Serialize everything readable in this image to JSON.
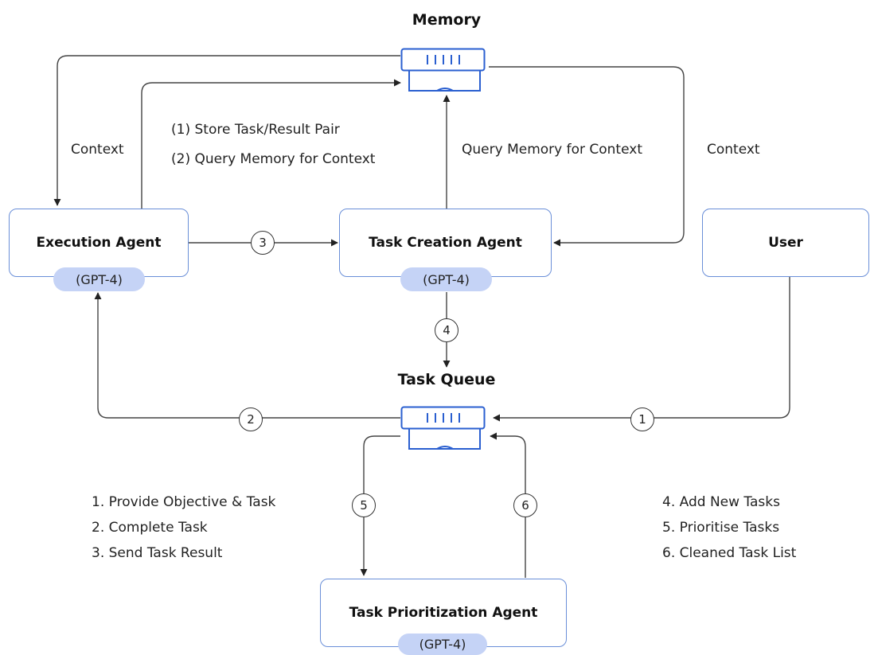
{
  "memory": {
    "title": "Memory",
    "icon": "memory-store-icon"
  },
  "task_queue": {
    "title": "Task Queue",
    "icon": "queue-store-icon"
  },
  "agents": {
    "execution": {
      "label": "Execution Agent",
      "model": "(GPT-4)"
    },
    "task_creation": {
      "label": "Task Creation Agent",
      "model": "(GPT-4)"
    },
    "task_prioritization": {
      "label": "Task Prioritization Agent",
      "model": "(GPT-4)"
    },
    "user": {
      "label": "User"
    }
  },
  "edge_labels": {
    "context_left": "Context",
    "context_right": "Context",
    "store_pair": "(1) Store Task/Result Pair",
    "query_memory": "(2) Query Memory for Context",
    "query_memory_creation": "Query Memory for Context"
  },
  "steps": {
    "s1": "1",
    "s2": "2",
    "s3": "3",
    "s4": "4",
    "s5": "5",
    "s6": "6"
  },
  "legend_left": [
    "1. Provide Objective & Task",
    "2. Complete Task",
    "3. Send Task Result"
  ],
  "legend_right": [
    "4. Add New Tasks",
    "5. Prioritise Tasks",
    "6. Cleaned Task List"
  ],
  "colors": {
    "box_border": "#6a8fd8",
    "pill_fill": "#c5d3f6",
    "store_stroke": "#2a5fd0",
    "line": "#333333"
  }
}
